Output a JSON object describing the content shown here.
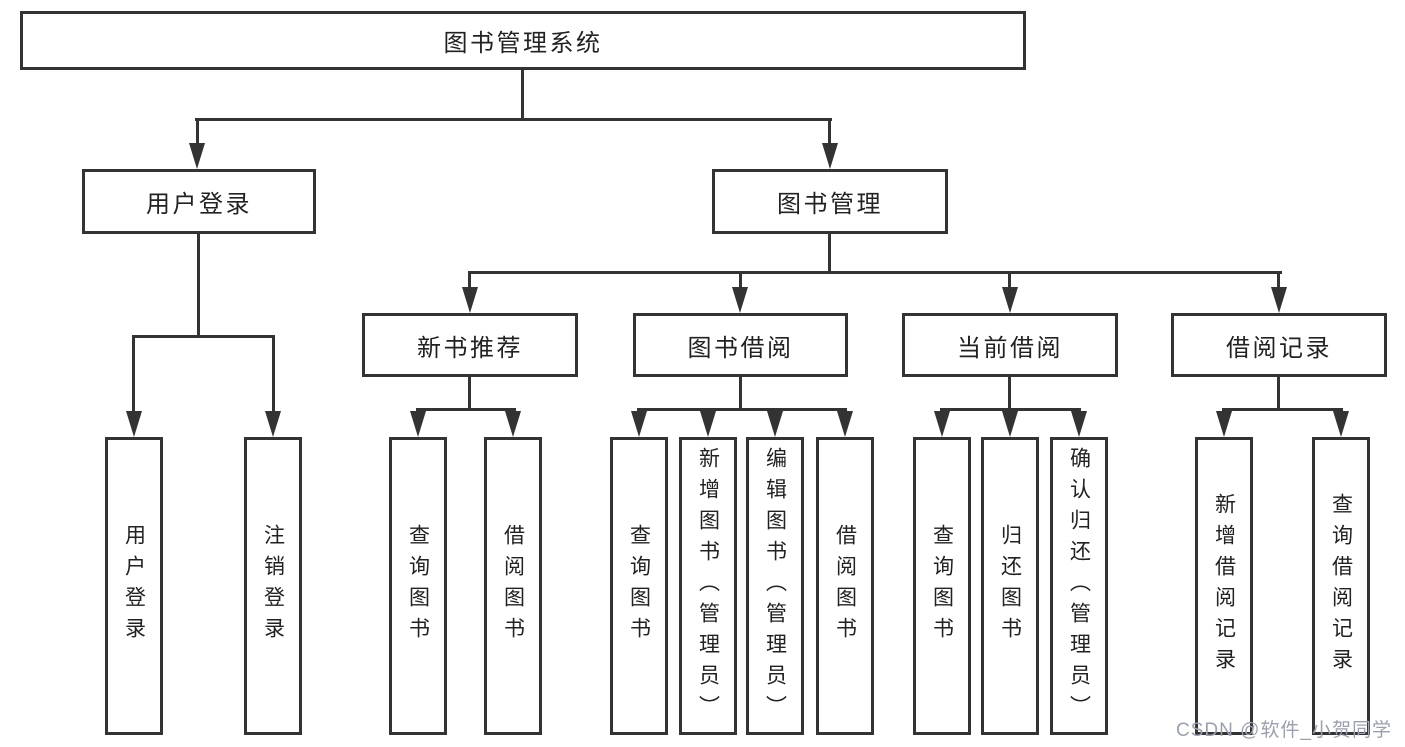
{
  "diagram": {
    "title": "图书管理系统",
    "level2": {
      "user_login": "用户登录",
      "book_management": "图书管理"
    },
    "level3": {
      "new_book_recommend": "新书推荐",
      "book_borrow": "图书借阅",
      "current_borrow": "当前借阅",
      "borrow_record": "借阅记录"
    },
    "leaves": {
      "user_login": [
        "用户登录",
        "注销登录"
      ],
      "new_book_recommend": [
        "查询图书",
        "借阅图书"
      ],
      "book_borrow": [
        "查询图书",
        "新增图书（管理员）",
        "编辑图书（管理员）",
        "借阅图书"
      ],
      "current_borrow": [
        "查询图书",
        "归还图书",
        "确认归还（管理员）"
      ],
      "borrow_record": [
        "新增借阅记录",
        "查询借阅记录"
      ]
    },
    "colors": {
      "line": "#333333",
      "text": "#222222",
      "watermark": "#9aa1ad"
    }
  },
  "watermark": {
    "text": "CSDN @软件_小贺同学"
  }
}
